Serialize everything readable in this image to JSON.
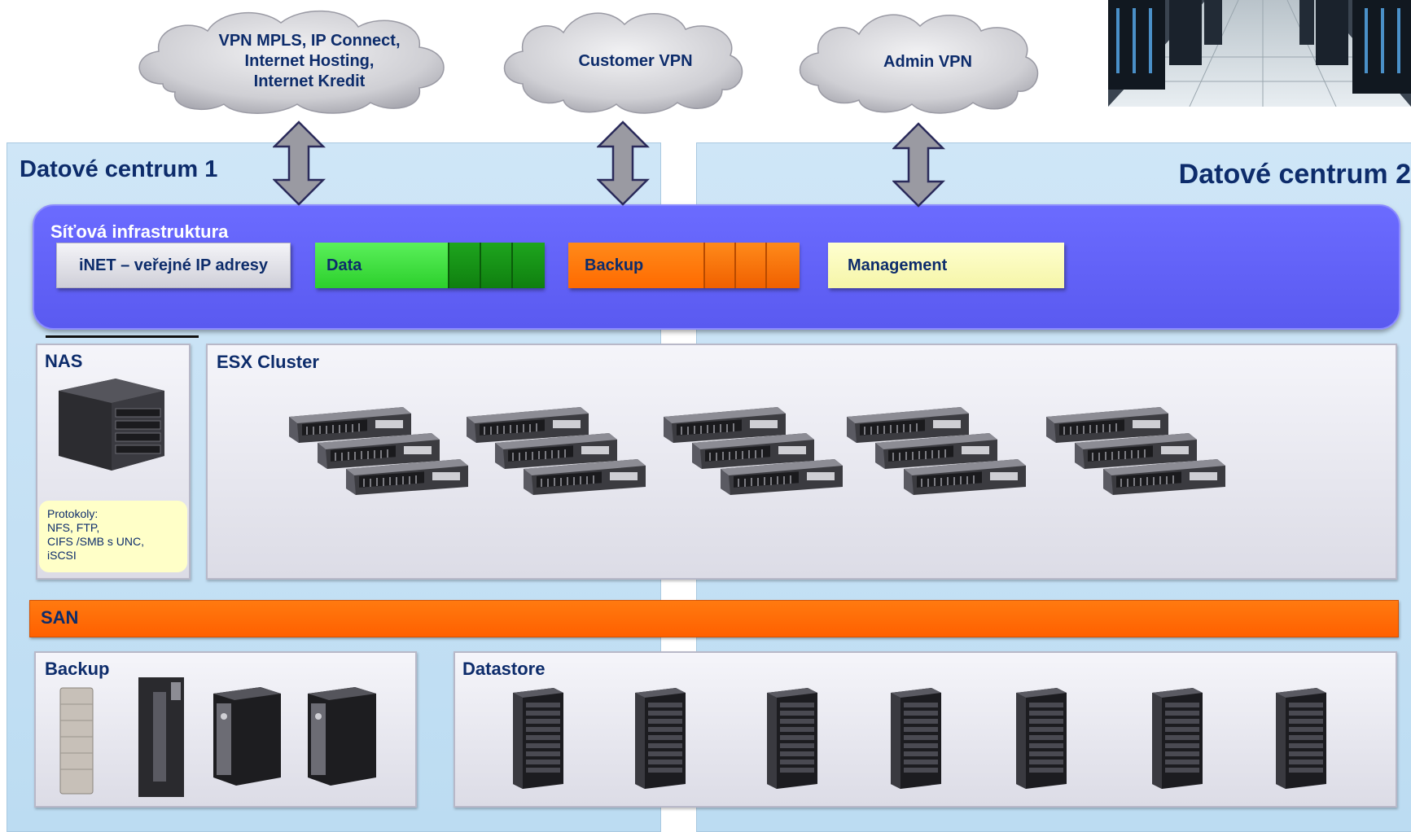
{
  "clouds": [
    {
      "text": "VPN MPLS, IP Connect,\nInternet  Hosting,\nInternet  Kredit"
    },
    {
      "text": "Customer VPN"
    },
    {
      "text": "Admin VPN"
    }
  ],
  "datacenters": {
    "dc1_title": "Datové centrum 1",
    "dc2_title": "Datové centrum 2"
  },
  "network": {
    "title": "Síťová infrastruktura",
    "segments": {
      "inet": "iNET – veřejné IP adresy",
      "data": "Data",
      "backup": "Backup",
      "management": "Management"
    }
  },
  "nas": {
    "title": "NAS",
    "protocols": "Protokoly:\nNFS, FTP,\nCIFS /SMB s UNC,\niSCSI"
  },
  "esx": {
    "title": "ESX Cluster",
    "server_groups": 5
  },
  "san": {
    "title": "SAN"
  },
  "backup": {
    "title": "Backup"
  },
  "datastore": {
    "title": "Datastore",
    "racks": 7
  },
  "colors": {
    "title_text": "#0d2c6b",
    "network_band": "#5a5af0",
    "data_segment": "#2ccf2c",
    "backup_segment": "#ff6a00",
    "management_segment": "#f5f5a8",
    "san_band": "#ff6000",
    "datacenter_bg": "#c5e1f5"
  }
}
